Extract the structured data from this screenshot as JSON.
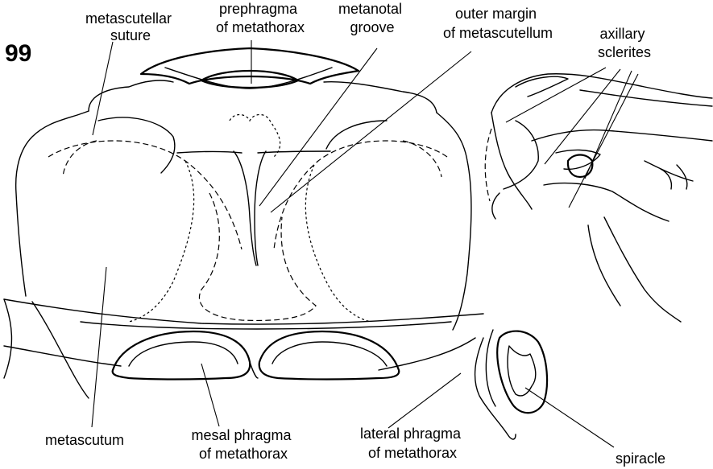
{
  "figure": {
    "number": "99",
    "labels": {
      "metascutellar_suture": [
        "metascutellar",
        "suture"
      ],
      "prephragma": [
        "prephragma",
        "of metathorax"
      ],
      "metanotal_groove": [
        "metanotal",
        "groove"
      ],
      "outer_margin": [
        "outer margin",
        "of metascutellum"
      ],
      "axillary_sclerites": [
        "axillary",
        "sclerites"
      ],
      "metascutum": [
        "metascutum"
      ],
      "mesal_phragma": [
        "mesal phragma",
        "of metathorax"
      ],
      "lateral_phragma": [
        "lateral phragma",
        "of metathorax"
      ],
      "spiracle": [
        "spiracle"
      ]
    }
  }
}
